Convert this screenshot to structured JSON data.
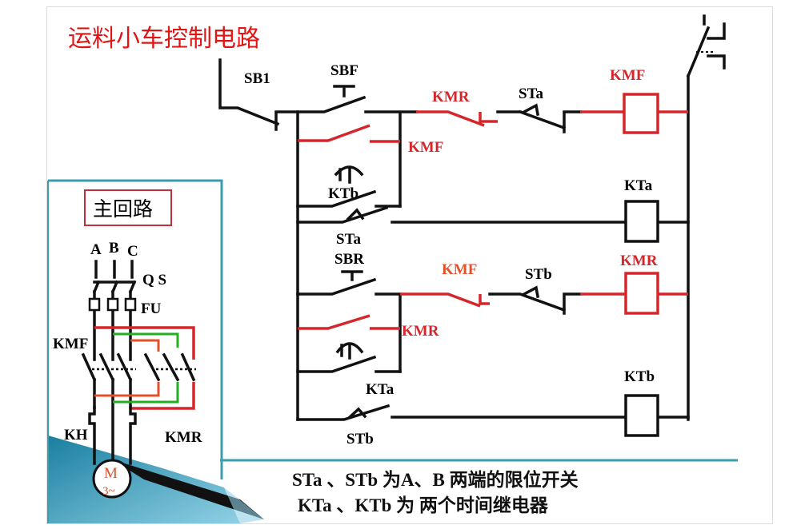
{
  "title": "运料小车控制电路",
  "main_circuit": {
    "heading": "主回路",
    "phases": [
      "A",
      "B",
      "C"
    ],
    "qs_label": "Q S",
    "fu_label": "FU",
    "kmf_label": "KMF",
    "kh_label": "KH",
    "kmr_label": "KMR",
    "motor_label": "M",
    "motor_sub": "3~"
  },
  "control_circuit": {
    "sb1": "SB1",
    "sbf": "SBF",
    "kmr_nc": "KMR",
    "sta_nc_top": "STa",
    "kmf_coil": "KMF",
    "kmf_no": "KMF",
    "ktb_timer": "KTb",
    "sta_no": "STa",
    "kta_coil": "KTa",
    "sbr": "SBR",
    "kmf_nc": "KMF",
    "stb_nc": "STb",
    "kmr_coil": "KMR",
    "kmr_no": "KMR",
    "kta_timer": "KTa",
    "stb_no": "STb",
    "ktb_coil": "KTb"
  },
  "notes": {
    "line1": "STa 、STb 为A、B 两端的限位开关",
    "line2": "KTa 、KTb 为 两个时间继电器"
  },
  "colors": {
    "energized": "#d4262b",
    "label_red": "#e5502b",
    "frame_teal": "#3a9db0",
    "bus": "#111111"
  }
}
